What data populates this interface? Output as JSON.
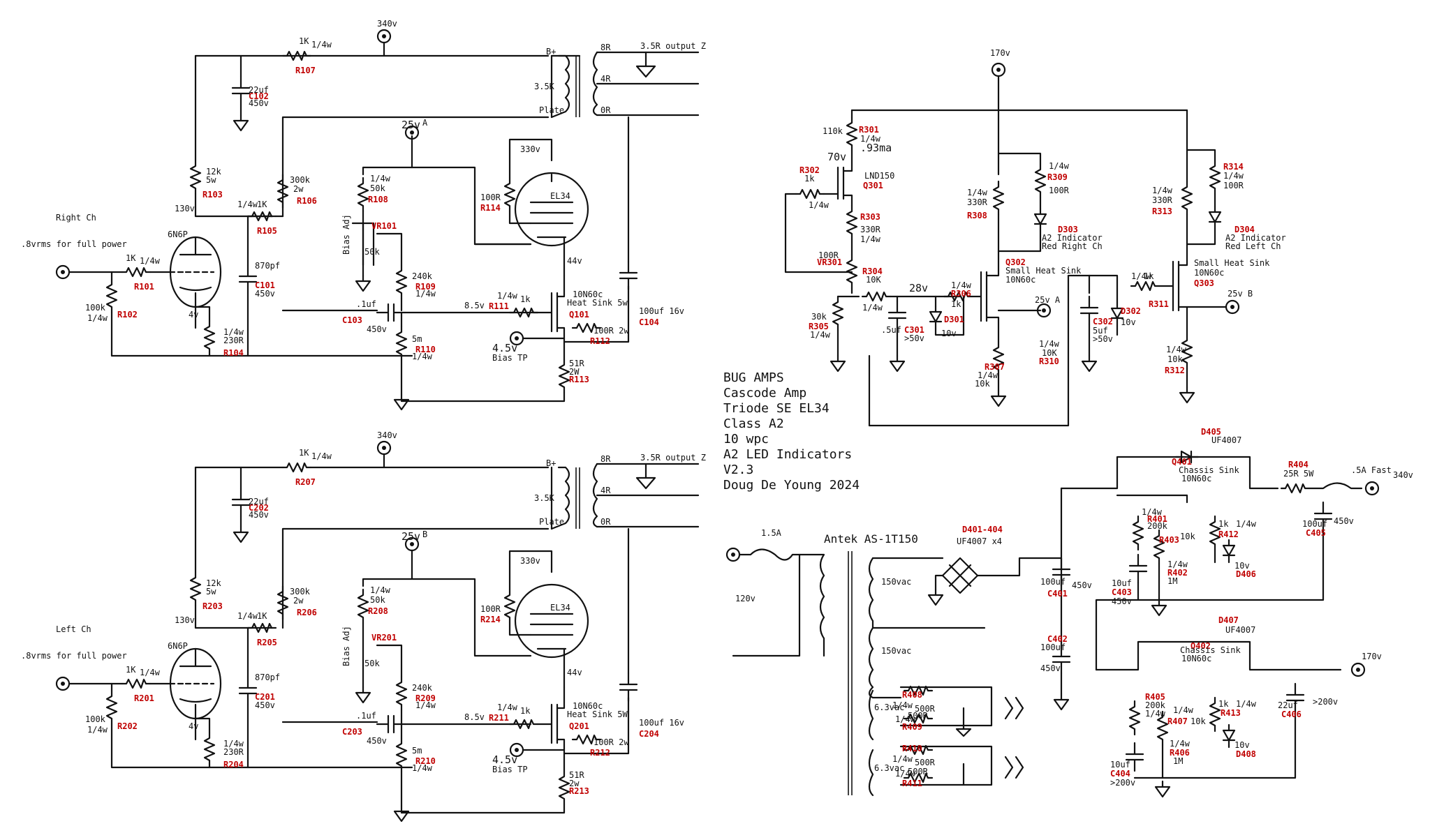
{
  "title_block": {
    "lines": [
      "BUG AMPS",
      "Cascode Amp",
      "Triode SE EL34",
      "Class A2",
      "10 wpc",
      "A2 LED Indicators",
      "V2.3",
      "Doug De Young 2024"
    ]
  },
  "channels": [
    {
      "name": "Right Ch",
      "input_label": ".8vrms for full power",
      "b_plus_node": "340v",
      "r_input": {
        "ref": "R101",
        "val": "1K",
        "watt": "1/4w"
      },
      "r_grid": {
        "ref": "R102",
        "val": "100k",
        "watt": "1/4w"
      },
      "tube": "6N6P",
      "cathode_v": "4v",
      "r_cath": {
        "ref": "R104",
        "val": "230R",
        "watt": "1/4w"
      },
      "r_drop": {
        "ref": "R107",
        "val": "1K",
        "watt": "1/4w"
      },
      "c_filt": {
        "ref": "C102",
        "val": "22uf",
        "volt": "450v"
      },
      "r_plate": {
        "ref": "R103",
        "val": "12k",
        "watt": "5w"
      },
      "plate_v": "130v",
      "r_stop": {
        "ref": "R105",
        "val": "1K",
        "watt": "1/4w"
      },
      "c_fb": {
        "ref": "C101",
        "val": "870pf",
        "volt": "450v"
      },
      "r_fb": {
        "ref": "R106",
        "val": "300k",
        "watt": "2w"
      },
      "bias_node": "25v",
      "bias_tag": "A",
      "r_bias_top": {
        "ref": "R108",
        "val": "50k",
        "watt": "1/4w"
      },
      "pot": {
        "ref": "VR101",
        "val": "50k",
        "label": "Bias Adj"
      },
      "r_240": {
        "ref": "R109",
        "val": "240k",
        "watt": "1/4w"
      },
      "r_5m": {
        "ref": "R110",
        "val": "5m",
        "watt": "1/4w"
      },
      "c_cpl": {
        "ref": "C103",
        "val": ".1uf",
        "volt": "450v"
      },
      "gate_v": "8.5v",
      "r_gate": {
        "ref": "R111",
        "val": "1k",
        "watt": "1/4w"
      },
      "mosfet": {
        "ref": "Q101",
        "val": "10N60c",
        "note": "Heat Sink 5w"
      },
      "bias_tp": "4.5v",
      "bias_tp_label": "Bias TP",
      "r_src": {
        "ref": "R113",
        "val": "51R",
        "watt": "2W"
      },
      "r_112": {
        "ref": "R112",
        "val": "100R 2w"
      },
      "c_src": {
        "ref": "C104",
        "val": "100uf 16v"
      },
      "el34_v": "330v",
      "r_screen": {
        "ref": "R114",
        "val": "100R"
      },
      "pentode": "EL34",
      "el34_k": "44v",
      "ot": {
        "bplus": "B+",
        "imp": "3.5K",
        "plate": "Plate",
        "t8": "8R",
        "t4": "4R",
        "t0": "0R",
        "out": "3.5R output Z"
      }
    },
    {
      "name": "Left Ch",
      "input_label": ".8vrms for full power",
      "b_plus_node": "340v",
      "r_input": {
        "ref": "R201",
        "val": "1K",
        "watt": "1/4w"
      },
      "r_grid": {
        "ref": "R202",
        "val": "100k",
        "watt": "1/4w"
      },
      "tube": "6N6P",
      "cathode_v": "4v",
      "r_cath": {
        "ref": "R204",
        "val": "230R",
        "watt": "1/4w"
      },
      "r_drop": {
        "ref": "R207",
        "val": "1K",
        "watt": "1/4w"
      },
      "c_filt": {
        "ref": "C202",
        "val": "22uf",
        "volt": "450v"
      },
      "r_plate": {
        "ref": "R203",
        "val": "12k",
        "watt": "5w"
      },
      "plate_v": "130v",
      "r_stop": {
        "ref": "R205",
        "val": "1K",
        "watt": "1/4w"
      },
      "c_fb": {
        "ref": "C201",
        "val": "870pf",
        "volt": "450v"
      },
      "r_fb": {
        "ref": "R206",
        "val": "300k",
        "watt": "2w"
      },
      "bias_node": "25v",
      "bias_tag": "B",
      "r_bias_top": {
        "ref": "R208",
        "val": "50k",
        "watt": "1/4w"
      },
      "pot": {
        "ref": "VR201",
        "val": "50k",
        "label": "Bias Adj"
      },
      "r_240": {
        "ref": "R209",
        "val": "240k",
        "watt": "1/4w"
      },
      "r_5m": {
        "ref": "R210",
        "val": "5m",
        "watt": "1/4w"
      },
      "c_cpl": {
        "ref": "C203",
        "val": ".1uf",
        "volt": "450v"
      },
      "gate_v": "8.5v",
      "r_gate": {
        "ref": "R211",
        "val": "1k",
        "watt": "1/4w"
      },
      "mosfet": {
        "ref": "Q201",
        "val": "10N60c",
        "note": "Heat Sink 5W"
      },
      "bias_tp": "4.5v",
      "bias_tp_label": "Bias TP",
      "r_src": {
        "ref": "R213",
        "val": "51R",
        "watt": "2w"
      },
      "r_112": {
        "ref": "R212",
        "val": "100R 2w"
      },
      "c_src": {
        "ref": "C204",
        "val": "100uf 16v"
      },
      "el34_v": "330v",
      "r_screen": {
        "ref": "R214",
        "val": "100R"
      },
      "pentode": "EL34",
      "el34_k": "44v",
      "ot": {
        "bplus": "B+",
        "imp": "3.5K",
        "plate": "Plate",
        "t8": "8R",
        "t4": "4R",
        "t0": "0R",
        "out": "3.5R output Z"
      }
    }
  ],
  "bias_supply": {
    "node_top": "170v",
    "r301": {
      "ref": "R301",
      "val": "110k",
      "watt": "1/4w",
      "extra": ".93ma"
    },
    "v70": "70v",
    "r302": {
      "ref": "R302",
      "val": "1k",
      "watt": "1/4w"
    },
    "q301": {
      "ref": "Q301",
      "val": "LND150"
    },
    "r303": {
      "ref": "R303",
      "val": "330R",
      "watt": "1/4w"
    },
    "vr301": {
      "ref": "VR301",
      "val": "100R"
    },
    "r304": {
      "ref": "R304",
      "val": "10K",
      "watt": "1/4w"
    },
    "r305": {
      "ref": "R305",
      "val": "30k",
      "watt": "1/4w"
    },
    "c301": {
      "ref": "C301",
      "val": ".5uf",
      "volt": ">50v"
    },
    "v28": "28v",
    "d301": {
      "ref": "D301",
      "val": "10v"
    },
    "r306": {
      "ref": "R306",
      "val": "1k",
      "watt": "1/4w"
    },
    "r308": {
      "ref": "R308",
      "val": "330R",
      "watt": "1/4w"
    },
    "r309": {
      "ref": "R309",
      "val": "100R",
      "watt": "1/4w"
    },
    "d303": {
      "ref": "D303",
      "l1": "A2 Indicator",
      "l2": "Red Right Ch"
    },
    "q302": {
      "ref": "Q302",
      "l1": "Small Heat Sink",
      "l2": "10N60c"
    },
    "out_a": "25v A",
    "r307": {
      "ref": "R307",
      "val": "10k",
      "watt": "1/4w"
    },
    "r310": {
      "ref": "R310",
      "val": "10K",
      "watt": "1/4w"
    },
    "c302": {
      "ref": "C302",
      "val": "5uf",
      "volt": ">50v"
    },
    "d302": {
      "ref": "D302",
      "val": "10v"
    },
    "r311": {
      "ref": "R311",
      "val": "1k",
      "watt": "1/4w"
    },
    "r313": {
      "ref": "R313",
      "val": "330R",
      "watt": "1/4w"
    },
    "r314": {
      "ref": "R314",
      "val": "100R",
      "watt": "1/4w"
    },
    "d304": {
      "ref": "D304",
      "l1": "A2 Indicator",
      "l2": "Red Left Ch"
    },
    "q303": {
      "ref": "Q303",
      "l1": "Small Heat Sink",
      "l2": "10N60c"
    },
    "out_b": "25v B",
    "r312": {
      "ref": "R312",
      "val": "10k",
      "watt": "1/4w"
    }
  },
  "power_supply": {
    "mains": "120v",
    "fuse_in": "1.5A",
    "transformer": "Antek AS-1T150",
    "sec1": "150vac",
    "sec2": "150vac",
    "heater1": "6.3vac",
    "heater2": "6.3vac",
    "bridge": {
      "ref": "D401-404",
      "val": "UF4007 x4"
    },
    "c401": {
      "ref": "C401",
      "val": "100uf",
      "volt": "450v"
    },
    "c402": {
      "ref": "C402",
      "val": "100uf",
      "volt": "450v"
    },
    "d405": {
      "ref": "D405",
      "val": "UF4007"
    },
    "q401": {
      "ref": "Q401",
      "l1": "Chassis Sink",
      "l2": "10N60c"
    },
    "r401": {
      "ref": "R401",
      "val": "200k",
      "watt": "1/4w"
    },
    "r403": {
      "ref": "R403",
      "val": "10k"
    },
    "r412": {
      "ref": "R412",
      "val": "1k",
      "watt": "1/4w"
    },
    "d406": {
      "ref": "D406",
      "val": "10v"
    },
    "r402": {
      "ref": "R402",
      "val": "1M",
      "watt": "1/4w"
    },
    "c403": {
      "ref": "C403",
      "val": "10uf",
      "volt": "450v"
    },
    "r404": {
      "ref": "R404",
      "val": "25R 5W"
    },
    "fuse_out": ".5A Fast",
    "c405": {
      "ref": "C405",
      "val": "100uf",
      "volt": "450v"
    },
    "out_hv": "340v",
    "d407": {
      "ref": "D407",
      "val": "UF4007"
    },
    "q402": {
      "ref": "Q402",
      "l1": "Chassis Sink",
      "l2": "10N60c"
    },
    "r405": {
      "ref": "R405",
      "val": "200k",
      "watt": "1/4w"
    },
    "r407": {
      "ref": "R407",
      "val": "10k",
      "watt": "1/4w"
    },
    "r413": {
      "ref": "R413",
      "val": "1k",
      "watt": "1/4w"
    },
    "d408": {
      "ref": "D408",
      "val": "10v"
    },
    "r406": {
      "ref": "R406",
      "val": "1M",
      "watt": "1/4w"
    },
    "c404": {
      "ref": "C404",
      "val": "10uf",
      "volt": ">200v"
    },
    "c406": {
      "ref": "C406",
      "val": "22uf",
      "volt": ">200v"
    },
    "out_lv": "170v",
    "r408": {
      "ref": "R408",
      "val": "500R",
      "watt": "1/4w"
    },
    "r409": {
      "ref": "R409",
      "val": "500R",
      "watt": "1/4w"
    },
    "r410": {
      "ref": "R410",
      "val": "500R",
      "watt": "1/4w"
    },
    "r411": {
      "ref": "R411",
      "val": "500R",
      "watt": "1/4w"
    }
  }
}
